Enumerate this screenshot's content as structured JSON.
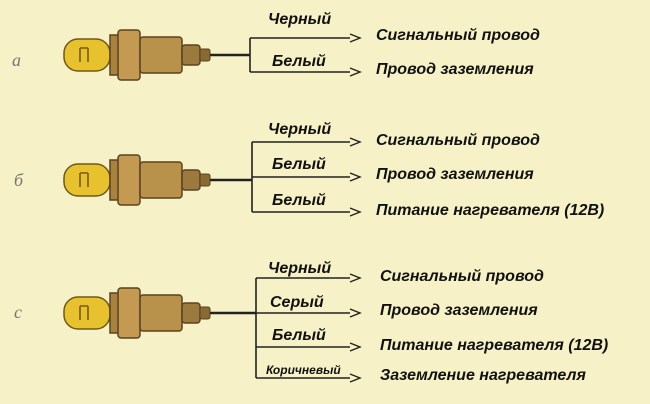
{
  "sections": [
    {
      "label": "а",
      "wires": [
        {
          "color": "Черный",
          "function": "Сигнальный провод"
        },
        {
          "color": "Белый",
          "function": "Провод заземления"
        }
      ]
    },
    {
      "label": "б",
      "wires": [
        {
          "color": "Черный",
          "function": "Сигнальный провод"
        },
        {
          "color": "Белый",
          "function": "Провод заземления"
        },
        {
          "color": "Белый",
          "function": "Питание нагревателя (12В)"
        }
      ]
    },
    {
      "label": "с",
      "wires": [
        {
          "color": "Черный",
          "function": "Сигнальный провод"
        },
        {
          "color": "Серый",
          "function": "Провод заземления"
        },
        {
          "color": "Белый",
          "function": "Питание нагревателя (12В)"
        },
        {
          "color": "Коричневый",
          "function": "Заземление нагревателя"
        }
      ]
    }
  ],
  "colors": {
    "background": "#f6f1c6",
    "sensor_tip": "#e8c12e",
    "sensor_body": "#b8914a",
    "wire": "#222222"
  }
}
